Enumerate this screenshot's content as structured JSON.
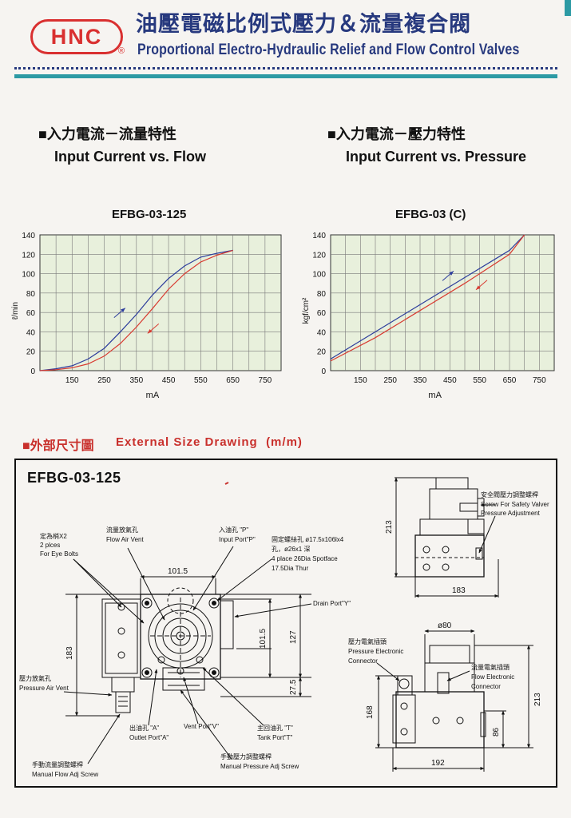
{
  "header": {
    "logo": "HNC",
    "registered": "®",
    "title_cn": "油壓電磁比例式壓力＆流量複合閥",
    "title_en": "Proportional Electro-Hydraulic Relief and Flow Control Valves"
  },
  "sections": {
    "flow": {
      "title_cn": "■入力電流－流量特性",
      "title_en": "Input Current vs. Flow"
    },
    "pressure": {
      "title_cn": "■入力電流－壓力特性",
      "title_en": "Input Current vs. Pressure"
    }
  },
  "chart_data": [
    {
      "type": "line",
      "title": "EFBG-03-125",
      "xlabel": "mA",
      "ylabel": "ℓ/min",
      "x_ticks": [
        "150",
        "250",
        "350",
        "450",
        "550",
        "650",
        "750"
      ],
      "y_ticks": [
        "0",
        "20",
        "40",
        "60",
        "80",
        "100",
        "120",
        "140"
      ],
      "xlim": [
        50,
        800
      ],
      "ylim": [
        0,
        140
      ],
      "grid": true,
      "series": [
        {
          "color": "#2c3c9c",
          "direction": "decreasing",
          "x": [
            50,
            100,
            150,
            200,
            250,
            300,
            350,
            400,
            450,
            500,
            550,
            600,
            650
          ],
          "y": [
            0,
            2,
            5,
            12,
            23,
            40,
            58,
            78,
            95,
            108,
            117,
            121,
            124
          ]
        },
        {
          "color": "#d83a30",
          "direction": "increasing",
          "x": [
            50,
            100,
            150,
            200,
            250,
            300,
            350,
            400,
            450,
            500,
            550,
            600,
            650
          ],
          "y": [
            0,
            1,
            3,
            7,
            15,
            28,
            45,
            64,
            84,
            100,
            112,
            119,
            124
          ]
        }
      ]
    },
    {
      "type": "line",
      "title": "EFBG-03 (C)",
      "xlabel": "mA",
      "ylabel": "kgf/cm²",
      "x_ticks": [
        "150",
        "250",
        "350",
        "450",
        "550",
        "650",
        "750"
      ],
      "y_ticks": [
        "0",
        "20",
        "40",
        "60",
        "80",
        "100",
        "120",
        "140"
      ],
      "xlim": [
        50,
        800
      ],
      "ylim": [
        0,
        140
      ],
      "grid": true,
      "series": [
        {
          "color": "#2c3c9c",
          "direction": "decreasing",
          "x": [
            50,
            200,
            350,
            500,
            650,
            700
          ],
          "y": [
            12,
            40,
            68,
            96,
            124,
            140
          ]
        },
        {
          "color": "#d83a30",
          "direction": "increasing",
          "x": [
            50,
            200,
            350,
            500,
            650,
            700
          ],
          "y": [
            10,
            34,
            62,
            90,
            120,
            140
          ]
        }
      ]
    }
  ],
  "external": {
    "title_cn": "■外部尺寸圖",
    "title_en": "External  Size  Drawing",
    "unit": "(m/m)",
    "model": "EFBG-03-125",
    "labels": {
      "eye_bolts": [
        "定為梢X2",
        "2 plces",
        "For Eye Bolts"
      ],
      "flow_air_vent": [
        "流量放氣孔",
        "Flow  Air Vent"
      ],
      "input_port": [
        "入油孔 \"P\"",
        "Input Port\"P\""
      ],
      "mount_screws": [
        "固定螺絲孔 ø17.5x106lx4",
        "孔，ø26x1 深",
        "4 place  26Dia Spotface",
        "17.5Dia Thur"
      ],
      "drain_port": "Drain Port\"Y\"",
      "pressure_air_vent": [
        "壓力放氣孔",
        "Pressure Air Vent"
      ],
      "outlet_port": [
        "出油孔 \"A\"",
        "Outlet Port\"A\""
      ],
      "vent_port": "Vent Port\"V\"",
      "tank_port": [
        "主回油孔 \"T\"",
        "Tank Port\"T\""
      ],
      "manual_flow": [
        "手動流量調整螺桿",
        "Manual Flow Adj Screw"
      ],
      "manual_pressure": [
        "手動壓力調整螺桿",
        "Manual Pressure Adj Screw"
      ],
      "safety_valve": [
        "安全閥壓力調整螺桿",
        "Screw For Safety Valver",
        "Pressure Adjustment"
      ],
      "pressure_connector": [
        "壓力電氣插頭",
        "Pressure Electronic",
        "Connector"
      ],
      "flow_connector": [
        "流量電氣插頭",
        "Flow Electronic",
        "Connector"
      ]
    },
    "dims": {
      "d101_5_top": "101.5",
      "d183_left": "183",
      "d101_5_right": "101.5",
      "d127": "127",
      "d27_5": "27.5",
      "d213_top": "213",
      "d183_bottom": "183",
      "d80": "ø80",
      "d168": "168",
      "d213_right": "213",
      "d86": "86",
      "d192": "192"
    }
  }
}
